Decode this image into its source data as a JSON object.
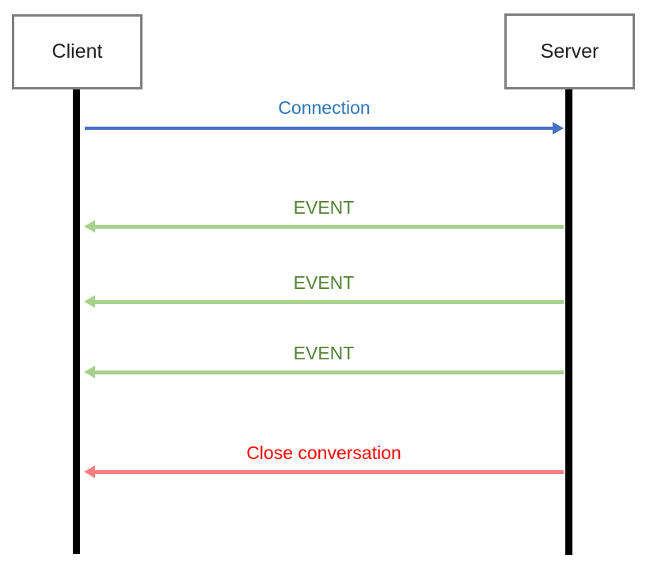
{
  "diagram": {
    "type": "sequence-diagram"
  },
  "actors": [
    {
      "label": "Client"
    },
    {
      "label": "Server"
    }
  ],
  "messages": [
    {
      "label": "Connection",
      "from": "Client",
      "to": "Server",
      "direction": "right",
      "arrow_color": "#4472C4",
      "label_color": "#2E75B6"
    },
    {
      "label": "EVENT",
      "from": "Server",
      "to": "Client",
      "direction": "left",
      "arrow_color": "#A9D18E",
      "label_color": "#538135"
    },
    {
      "label": "EVENT",
      "from": "Server",
      "to": "Client",
      "direction": "left",
      "arrow_color": "#A9D18E",
      "label_color": "#538135"
    },
    {
      "label": "EVENT",
      "from": "Server",
      "to": "Client",
      "direction": "left",
      "arrow_color": "#A9D18E",
      "label_color": "#538135"
    },
    {
      "label": "Close conversation",
      "from": "Server",
      "to": "Client",
      "direction": "left",
      "arrow_color": "#FB7E80",
      "label_color": "#FF0000"
    }
  ],
  "colors": {
    "connection_arrow": "#4472C4",
    "connection_label": "#2E75B6",
    "event_arrow": "#A9D18E",
    "event_label": "#538135",
    "close_arrow": "#FB7E80",
    "close_label": "#FF0000",
    "lifeline": "#000000",
    "actor_border": "#7F7F7F",
    "actor_text": "#1F1F1F",
    "background": "#FFFFFF"
  }
}
